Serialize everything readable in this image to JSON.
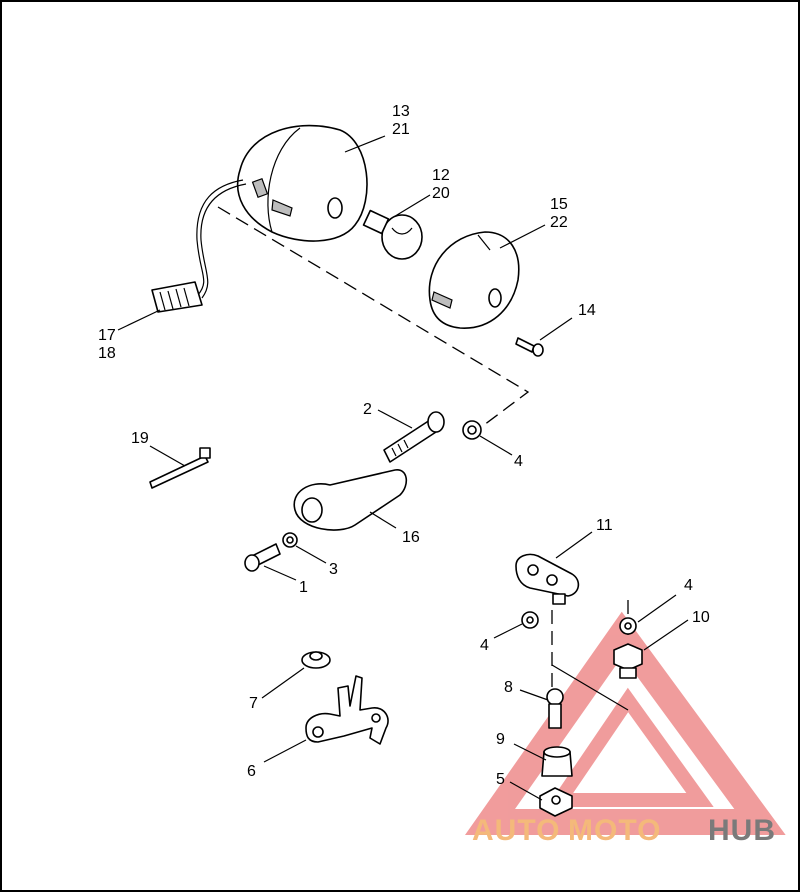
{
  "callouts": [
    {
      "id": "13-21",
      "lines": [
        "13",
        "21"
      ]
    },
    {
      "id": "12-20",
      "lines": [
        "12",
        "20"
      ]
    },
    {
      "id": "15-22",
      "lines": [
        "15",
        "22"
      ]
    },
    {
      "id": "14",
      "lines": [
        "14"
      ]
    },
    {
      "id": "17-18",
      "lines": [
        "17",
        "18"
      ]
    },
    {
      "id": "2",
      "lines": [
        "2"
      ]
    },
    {
      "id": "4a",
      "lines": [
        "4"
      ]
    },
    {
      "id": "19",
      "lines": [
        "19"
      ]
    },
    {
      "id": "16",
      "lines": [
        "16"
      ]
    },
    {
      "id": "3",
      "lines": [
        "3"
      ]
    },
    {
      "id": "1",
      "lines": [
        "1"
      ]
    },
    {
      "id": "11",
      "lines": [
        "11"
      ]
    },
    {
      "id": "4b",
      "lines": [
        "4"
      ]
    },
    {
      "id": "4c",
      "lines": [
        "4"
      ]
    },
    {
      "id": "10",
      "lines": [
        "10"
      ]
    },
    {
      "id": "8",
      "lines": [
        "8"
      ]
    },
    {
      "id": "7",
      "lines": [
        "7"
      ]
    },
    {
      "id": "9",
      "lines": [
        "9"
      ]
    },
    {
      "id": "6",
      "lines": [
        "6"
      ]
    },
    {
      "id": "5",
      "lines": [
        "5"
      ]
    }
  ],
  "watermark": {
    "part1": "AUTO",
    "part2": "MOTO",
    "part3": "HUB",
    "color_auto": "#f4b97a",
    "color_hub": "#7a7a7a",
    "triangle_color": "#e85b5b"
  }
}
